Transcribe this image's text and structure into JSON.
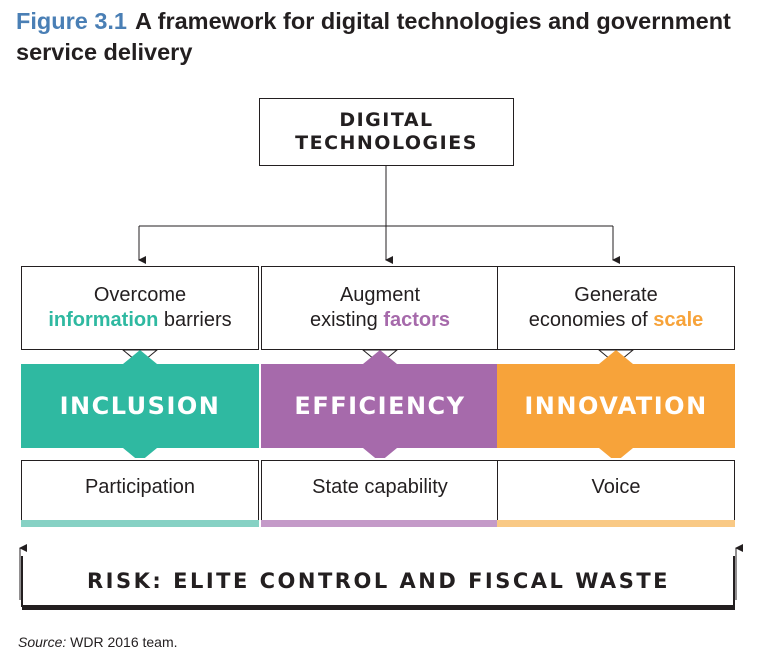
{
  "figure": {
    "label": "Figure 3.1",
    "title": "A framework for digital technologies and government service delivery"
  },
  "top_box": {
    "line1": "DIGITAL",
    "line2": "TECHNOLOGIES"
  },
  "columns": [
    {
      "mechanism": {
        "pre": "Overcome",
        "highlight": "information",
        "post": " barriers"
      },
      "band": "INCLUSION",
      "outcome": "Participation",
      "color": "#2fb9a1",
      "bar_color": "#86d1c4"
    },
    {
      "mechanism": {
        "pre": "Augment",
        "pre2": "existing ",
        "highlight": "factors",
        "post": ""
      },
      "band": "EFFICIENCY",
      "outcome": "State capability",
      "color": "#a66aab",
      "bar_color": "#c49ac8"
    },
    {
      "mechanism": {
        "pre": "Generate",
        "pre2": "economies of ",
        "highlight": "scale",
        "post": ""
      },
      "band": "INNOVATION",
      "outcome": "Voice",
      "color": "#f7a33a",
      "bar_color": "#f9c985"
    }
  ],
  "risk": "RISK: ELITE CONTROL AND FISCAL WASTE",
  "source": {
    "label": "Source:",
    "text": " WDR 2016 team."
  }
}
